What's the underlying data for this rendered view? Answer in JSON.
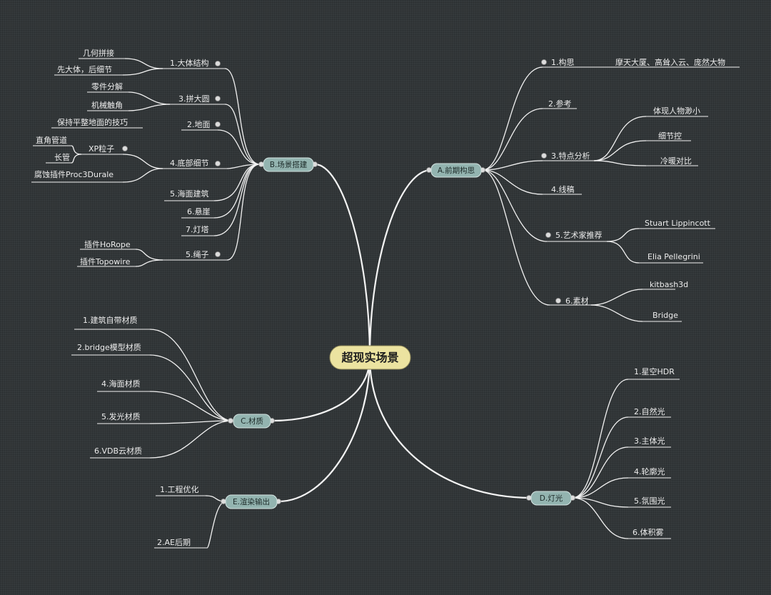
{
  "center": {
    "label": "超现实场景"
  },
  "main": {
    "A": {
      "label": "A.前期构思"
    },
    "B": {
      "label": "B.场景搭建"
    },
    "C": {
      "label": "C.材质"
    },
    "D": {
      "label": "D.灯光"
    },
    "E": {
      "label": "E.渲染输出"
    }
  },
  "A": {
    "n1": "1.构思",
    "n1c1": "摩天大厦、高耸入云、庞然大物",
    "n2": "2.参考",
    "n3": "3.特点分析",
    "n3c1": "体现人物渺小",
    "n3c2": "细节控",
    "n3c3": "冷暖对比",
    "n4": "4.线稿",
    "n5": "5.艺术家推荐",
    "n5c1": "Stuart Lippincott",
    "n5c2": "Elia Pellegrini",
    "n6": "6.素材",
    "n6c1": "kitbash3d",
    "n6c2": "Bridge"
  },
  "B": {
    "n1": "1.大体结构",
    "n1c1": "几何拼接",
    "n1c2": "先大体，后细节",
    "n3": "3.拼大圆",
    "n3c1": "零件分解",
    "n3c2": "机械触角",
    "n2": "2.地面",
    "n2c1": "保持平整地面的技巧",
    "n4": "4.底部细节",
    "n4c1": "XP粒子",
    "n4c1a": "直角管道",
    "n4c1b": "长管",
    "n4c2": "腐蚀插件Proc3Durale",
    "n5a": "5.海面建筑",
    "n6": "6.悬崖",
    "n7": "7.灯塔",
    "n5b": "5.绳子",
    "n5bc1": "插件HoRope",
    "n5bc2": "插件Topowire"
  },
  "C": {
    "n1": "1.建筑自带材质",
    "n2": "2.bridge模型材质",
    "n4": "4.海面材质",
    "n5": "5.发光材质",
    "n6": "6.VDB云材质"
  },
  "D": {
    "n1": "1.星空HDR",
    "n2": "2.自然光",
    "n3": "3.主体光",
    "n4": "4.轮廓光",
    "n5": "5.氛围光",
    "n6": "6.体积雾"
  },
  "E": {
    "n1": "1.工程优化",
    "n2": "2.AE后期"
  }
}
